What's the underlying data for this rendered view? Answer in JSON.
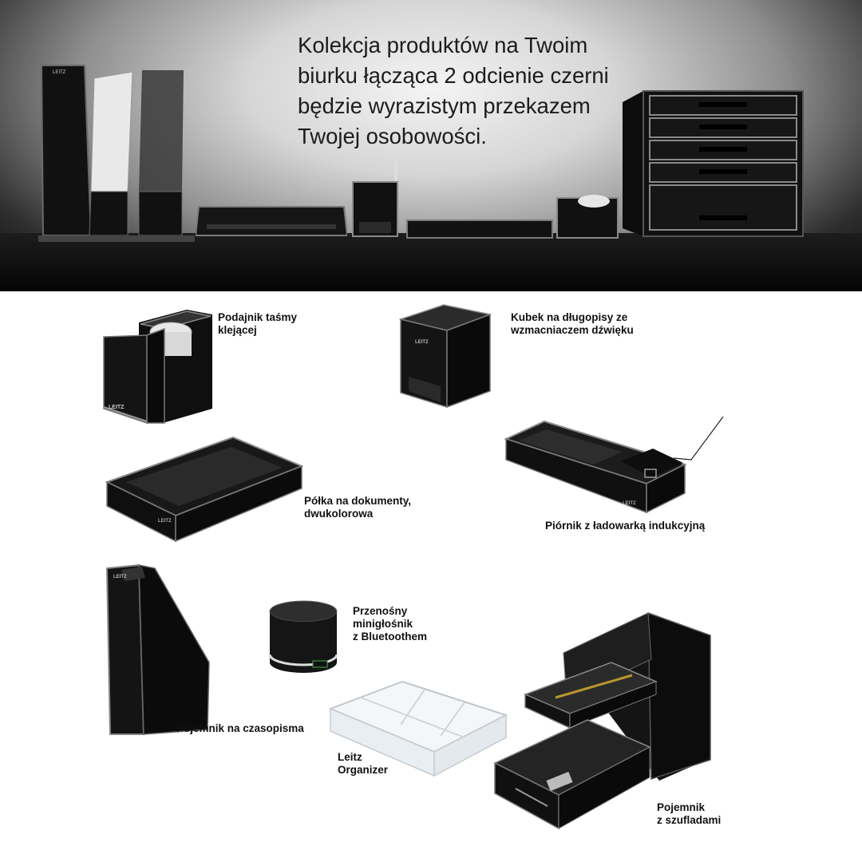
{
  "banner": {
    "headline_lines": [
      "Kolekcja produktów na Twoim",
      "biurku łącząca 2 odcienie czerni",
      "będzie wyrazistym przekazem",
      "Twojej osobowości."
    ],
    "logo_text": "LEITZ"
  },
  "products": {
    "tape_dispenser": {
      "lines": [
        "Podajnik taśmy",
        "klejącej"
      ]
    },
    "pen_cup": {
      "lines": [
        "Kubek na długopisy ze",
        "wzmacniaczem dźwięku"
      ]
    },
    "letter_tray": {
      "lines": [
        "Półka na dokumenty,",
        "dwukolorowa"
      ]
    },
    "pen_tray_charger": {
      "lines": [
        "Piórnik z ładowarką indukcyjną"
      ]
    },
    "magazine_file": {
      "lines": [
        "Pojemnik na czasopisma"
      ]
    },
    "speaker": {
      "lines": [
        "Przenośny",
        "minigłośnik",
        "z Bluetoothem"
      ]
    },
    "organizer": {
      "lines": [
        "Leitz",
        "Organizer"
      ]
    },
    "drawer_cabinet": {
      "lines": [
        "Pojemnik",
        "z szufladami"
      ]
    }
  },
  "colors": {
    "product_black": "#101010",
    "product_edge": "#8a8a8a",
    "text": "#111111"
  }
}
